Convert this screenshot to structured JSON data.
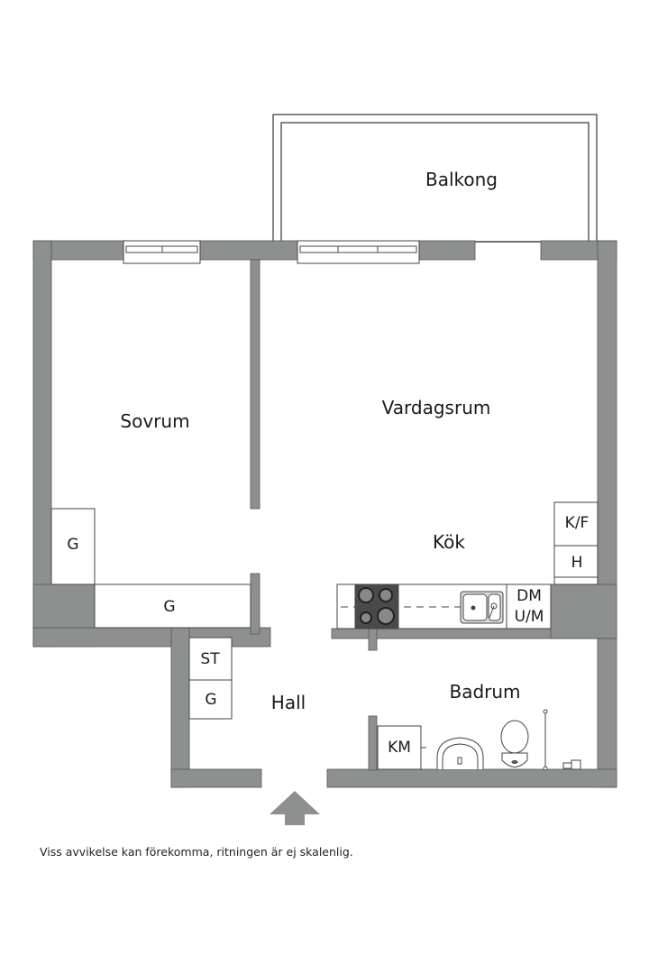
{
  "rooms": {
    "balcony": "Balkong",
    "bedroom": "Sovrum",
    "living_room": "Vardagsrum",
    "kitchen": "Kök",
    "hall": "Hall",
    "bathroom": "Badrum"
  },
  "fixtures": {
    "bedroom_wardrobe_1": "G",
    "bedroom_wardrobe_2": "G",
    "hall_storage": "ST",
    "hall_wardrobe": "G",
    "fridge_freezer": "K/F",
    "tall_cabinet": "H",
    "dishwasher": "DM",
    "microwave": "U/M",
    "washing_machine": "KM"
  },
  "colors": {
    "wall": "#8e9090",
    "line": "#444444",
    "stove": "#4a4a4a"
  },
  "disclaimer": "Viss avvikelse kan förekomma, ritningen är ej skalenlig."
}
